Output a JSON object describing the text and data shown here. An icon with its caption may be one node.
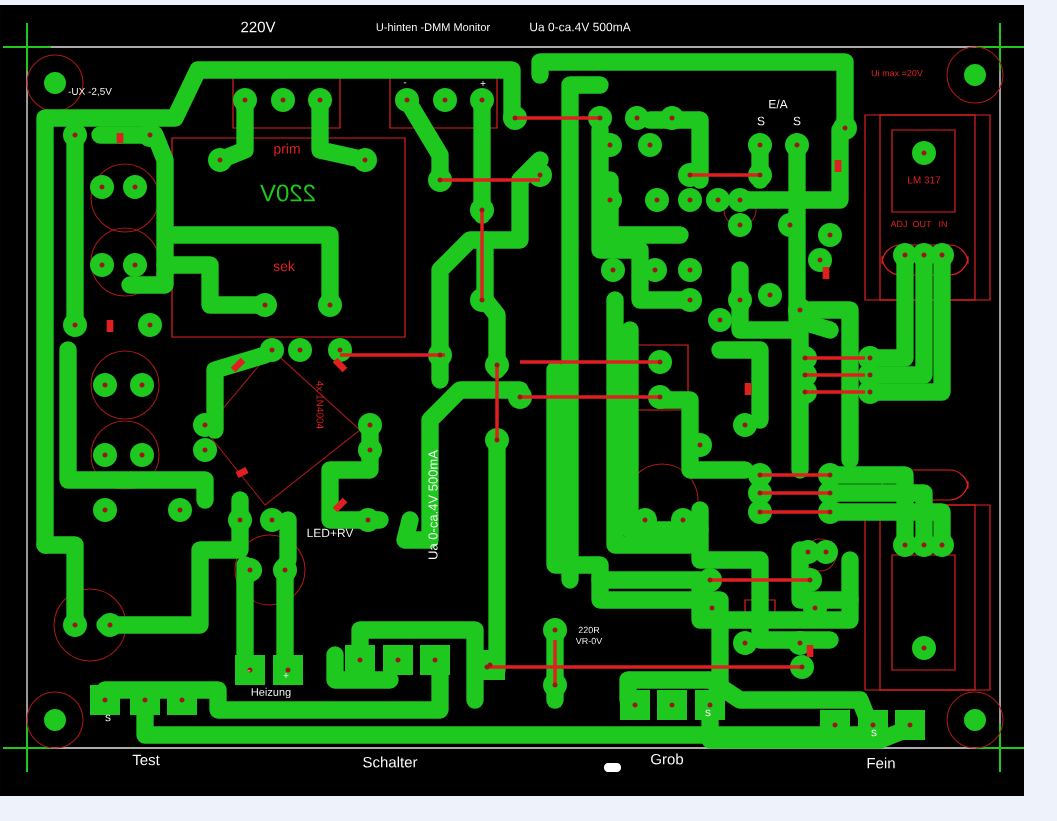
{
  "diagram": {
    "labels": [
      "220V",
      "U-hinten -DMM Monitor",
      "Ua 0-ca.4V 500mA",
      "-UX -2,5V",
      "Ui max =20V",
      "-",
      "+",
      "E/A",
      "S",
      "S",
      "prim",
      "LM 317",
      "220V",
      "ADJ",
      "OUT",
      "IN",
      "sek",
      "4x 1N4004",
      "Ua 0-ca.4V 500mA",
      "LED+RV",
      "220R",
      "VR-0V",
      "-",
      "+",
      "Heizung",
      "s",
      "s",
      "s",
      "Test",
      "Schalter",
      "Grob",
      "Fein"
    ]
  }
}
